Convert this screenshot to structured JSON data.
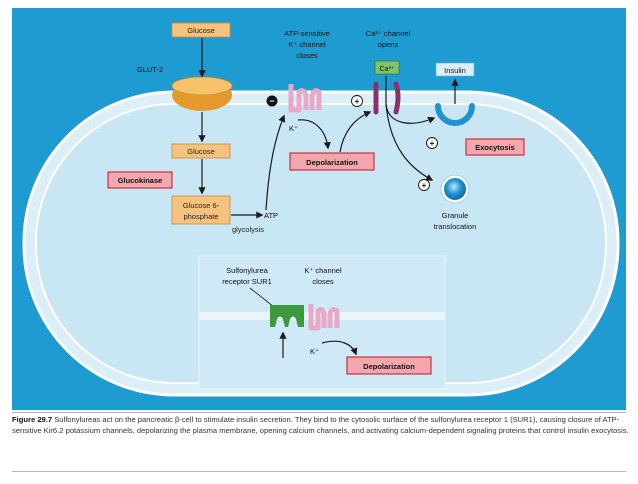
{
  "colors": {
    "panel_bg": "#1e9bd1",
    "cell_fill": "#cde9f6",
    "cell_edge": "#ffffff",
    "inset_fill": "#d6ecf6",
    "label_box": "#f6c27e",
    "red_box_fill": "#f2a7ad",
    "red_box_edge": "#c8323f",
    "k_channel": "#e8a8c8",
    "ca_channel": "#8e2f6b",
    "sur1": "#3c9a3c",
    "ca_box": "#7fc36b",
    "glut2": "#f3b44b",
    "granule": "#1f93cf",
    "arrow": "#1a1a1a"
  },
  "labels": {
    "glucose_top": "Glucose",
    "glut2": "GLUT-2",
    "glucose_in": "Glucose",
    "glucokinase": "Glucokinase",
    "g6p_line1": "Glucose 6-",
    "g6p_line2": "phosphate",
    "glycolysis": "glycolysis",
    "atp": "ATP",
    "katp_line1": "ATP-sensitive",
    "katp_line2": "K⁺ channel",
    "katp_line3": "closes",
    "k_ion": "K⁺",
    "minus_sign": "−",
    "plus_sign": "+",
    "depolarization": "Depolarization",
    "ca_line1": "Ca²⁺ channel",
    "ca_line2": "opens",
    "ca_ion": "Ca²⁺",
    "insulin": "Insulin",
    "exocytosis": "Exocytosis",
    "granule_line1": "Granule",
    "granule_line2": "translocation",
    "sur1_line1": "Sulfonylurea",
    "sur1_line2": "receptor SUR1",
    "inset_k_line1": "K⁺ channel",
    "inset_k_line2": "closes",
    "inset_k_ion": "K⁺",
    "inset_depolarization": "Depolarization"
  },
  "caption": {
    "figure_label": "Figure 29.7",
    "text": "Sulfonylureas act on the pancreatic β-cell to stimulate insulin secretion. They bind to the cytosolic surface of the sulfonylurea receptor 1 (SUR1), causing closure of ATP-sensitive Kir6.2 potassium channels, depolarizing the plasma membrane, opening calcium channels, and activating calcium-dependent signaling proteins that control insulin exocytosis."
  }
}
